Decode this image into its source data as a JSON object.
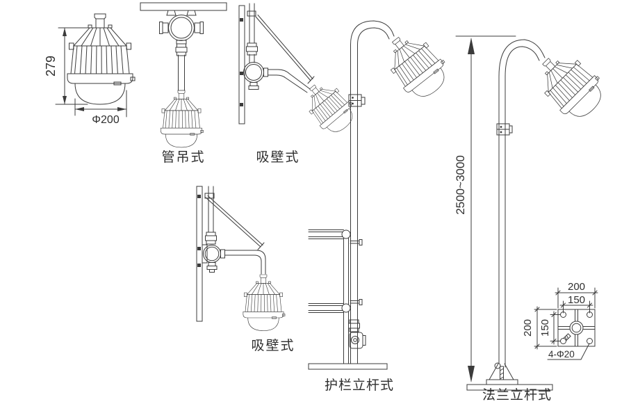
{
  "figures": {
    "dimensioned_lamp": {
      "height_label": "279",
      "diameter_label": "Φ200"
    },
    "pipe_mount": {
      "label": "管吊式"
    },
    "wall_mount_upper": {
      "label": "吸壁式"
    },
    "wall_mount_lower": {
      "label": "吸壁式"
    },
    "guardrail_pole": {
      "label": "护栏立杆式"
    },
    "flange_pole": {
      "label": "法兰立杆式",
      "pole_height_label": "2500~3000"
    },
    "flange_plate": {
      "outer_width_label": "200",
      "hole_spacing_width_label": "150",
      "outer_height_label": "200",
      "hole_spacing_height_label": "150",
      "bolt_holes_label": "4-Φ20"
    }
  },
  "colors": {
    "line": "#3b3b3b",
    "text": "#2f2f2f",
    "background": "#ffffff"
  }
}
